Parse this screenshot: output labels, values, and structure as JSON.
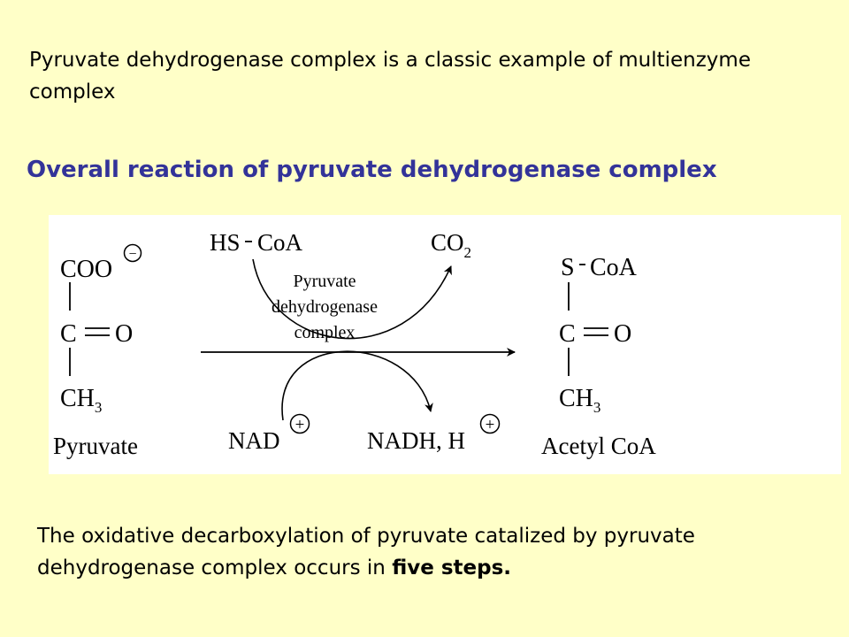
{
  "intro": "Pyruvate dehydrogenase complex is a classic example of multienzyme complex",
  "heading": "Overall reaction of pyruvate dehydrogenase complex",
  "diagram": {
    "pyruvate": {
      "c1": "COO",
      "c2": "C",
      "o": "O",
      "c3": "CH",
      "sub3": "3",
      "charge": "−",
      "name": "Pyruvate"
    },
    "enzyme": {
      "line1": "Pyruvate",
      "line2": "dehydrogenase",
      "line3": "complex"
    },
    "hscoa": {
      "hs": "HS",
      "coa": "CoA"
    },
    "co2": {
      "co": "CO",
      "sub": "2"
    },
    "nad": {
      "label": "NAD",
      "charge": "+"
    },
    "nadh": {
      "label": "NADH, H",
      "charge": "+"
    },
    "acetylcoa": {
      "s": "S",
      "coa": "CoA",
      "c2": "C",
      "o": "O",
      "c3": "CH",
      "sub3": "3",
      "name": "Acetyl CoA"
    }
  },
  "footer": {
    "pre": "The oxidative decarboxylation of pyruvate catalized by pyruvate dehydrogenase complex occurs in ",
    "bold": "five steps",
    "post": "."
  }
}
